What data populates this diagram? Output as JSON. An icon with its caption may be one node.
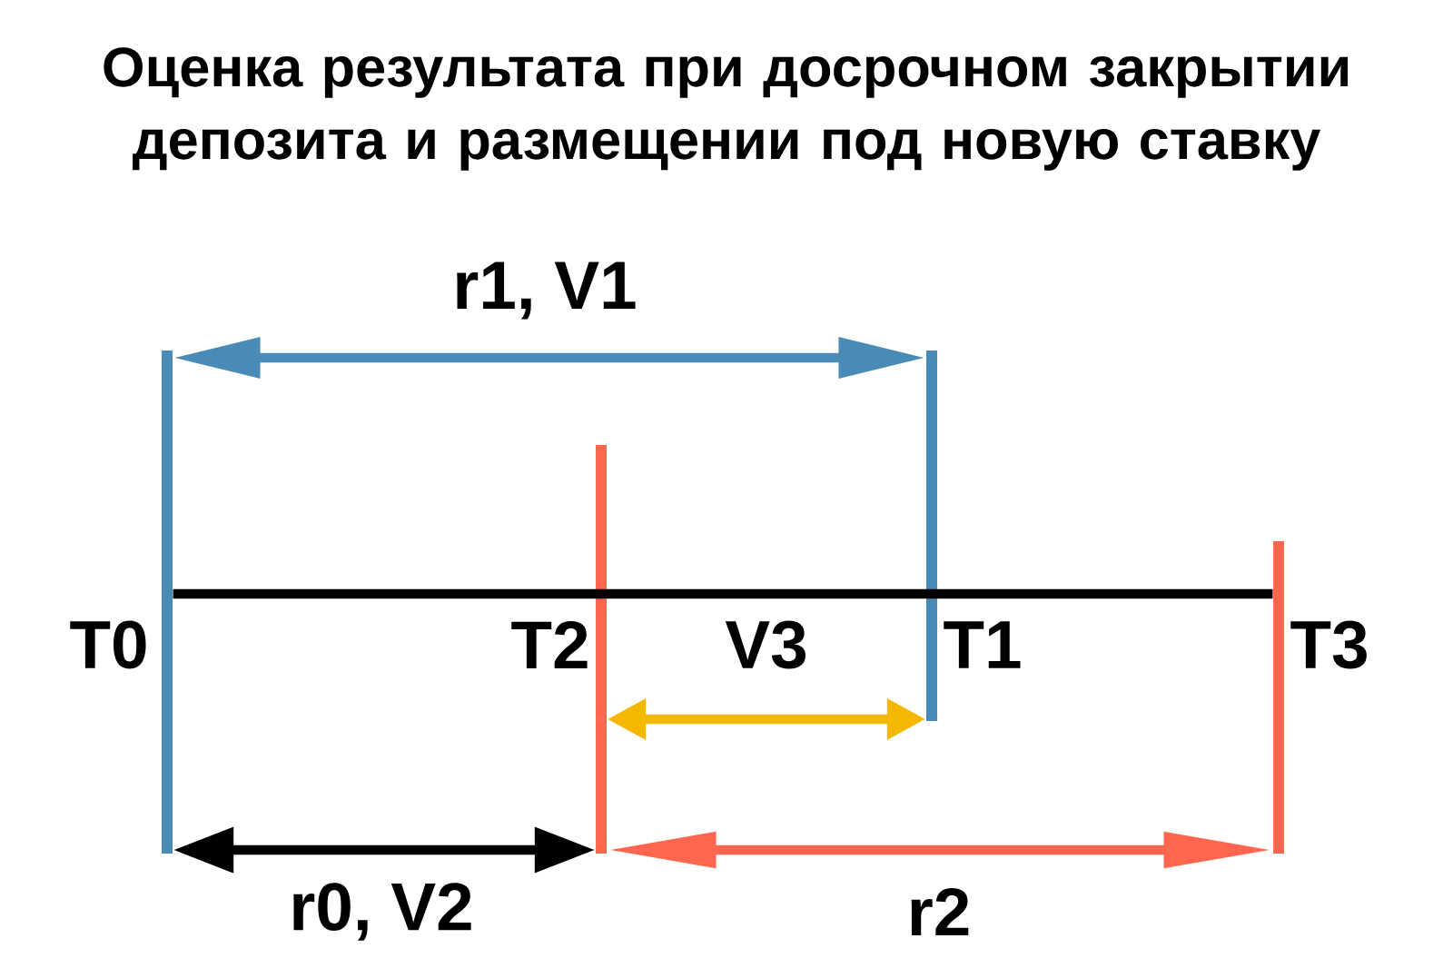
{
  "diagram": {
    "title": "Оценка результата при досрочном закрытии депозита и размещении под новую ставку",
    "nodes": [
      {
        "text": [
          "T0"
        ]
      },
      {
        "text": [
          "T1"
        ]
      },
      {
        "text": [
          "T2"
        ]
      },
      {
        "text": [
          "T3"
        ]
      }
    ],
    "edges": [
      {
        "from": 0,
        "to": 3,
        "arrow": "none"
      },
      {
        "from": 0,
        "to": 1,
        "arrow": "both",
        "label": "r1, V1",
        "color": "#4a8ab6"
      },
      {
        "from": 2,
        "to": 1,
        "arrow": "both",
        "label": "V3",
        "color": "#f5b800"
      },
      {
        "from": 0,
        "to": 2,
        "arrow": "both",
        "label": "r0, V2"
      },
      {
        "from": 2,
        "to": 3,
        "arrow": "both",
        "label": "r2",
        "color": "#ff6650"
      }
    ]
  }
}
